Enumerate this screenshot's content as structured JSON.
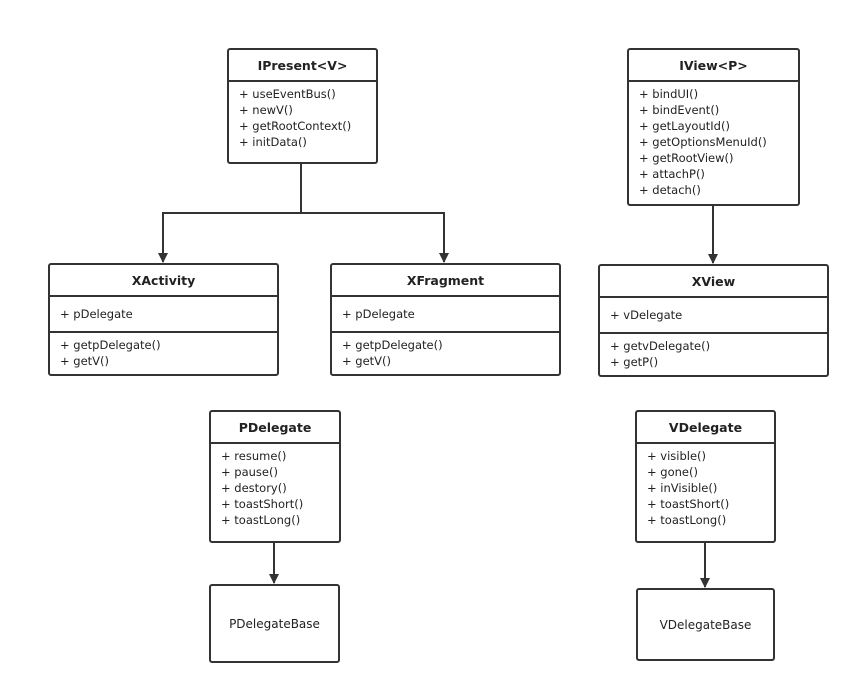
{
  "classes": {
    "ipresent": {
      "name": "IPresent<V>",
      "methods": [
        "+ useEventBus()",
        "+ newV()",
        "+ getRootContext()",
        "+ initData()"
      ]
    },
    "iview": {
      "name": "IView<P>",
      "methods": [
        "+ bindUI()",
        "+ bindEvent()",
        "+ getLayoutId()",
        "+ getOptionsMenuId()",
        "+ getRootView()",
        "+ attachP()",
        "+ detach()"
      ]
    },
    "xactivity": {
      "name": "XActivity",
      "attributes": [
        "+ pDelegate"
      ],
      "methods": [
        "+ getpDelegate()",
        "+ getV()"
      ]
    },
    "xfragment": {
      "name": "XFragment",
      "attributes": [
        "+ pDelegate"
      ],
      "methods": [
        "+ getpDelegate()",
        "+ getV()"
      ]
    },
    "xview": {
      "name": "XView",
      "attributes": [
        "+ vDelegate"
      ],
      "methods": [
        "+ getvDelegate()",
        "+ getP()"
      ]
    },
    "pdelegate": {
      "name": "PDelegate",
      "methods": [
        "+ resume()",
        "+ pause()",
        "+ destory()",
        "+ toastShort()",
        "+ toastLong()"
      ]
    },
    "vdelegate": {
      "name": "VDelegate",
      "methods": [
        "+ visible()",
        "+ gone()",
        "+ inVisible()",
        "+ toastShort()",
        "+ toastLong()"
      ]
    },
    "pdelegatebase": {
      "name": "PDelegateBase"
    },
    "vdelegatebase": {
      "name": "VDelegateBase"
    }
  },
  "colors": {
    "stroke": "#333333",
    "background": "#ffffff"
  }
}
